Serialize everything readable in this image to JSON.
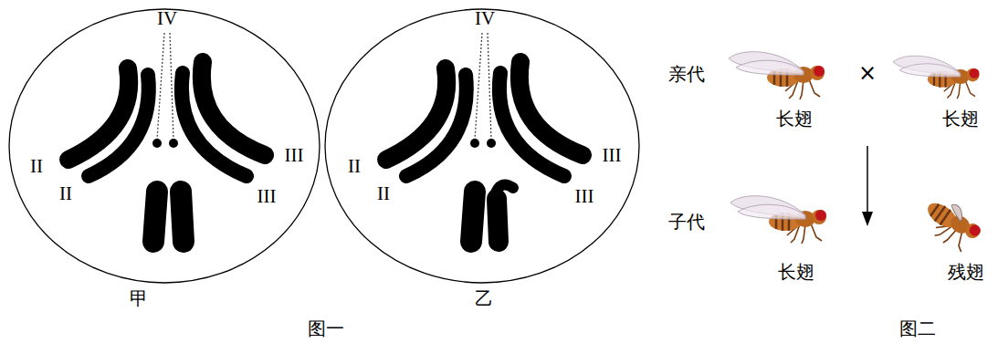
{
  "diagram": {
    "nodes": [
      {
        "text": [
          "IV",
          "II",
          "II",
          "III",
          "III",
          "甲"
        ]
      },
      {
        "text": [
          "IV",
          "II",
          "II",
          "III",
          "III",
          "乙"
        ]
      }
    ],
    "labels": [
      "亲代",
      "长翅",
      "×",
      "长翅",
      "子代",
      "长翅",
      "残翅",
      "图一",
      "图二"
    ]
  }
}
